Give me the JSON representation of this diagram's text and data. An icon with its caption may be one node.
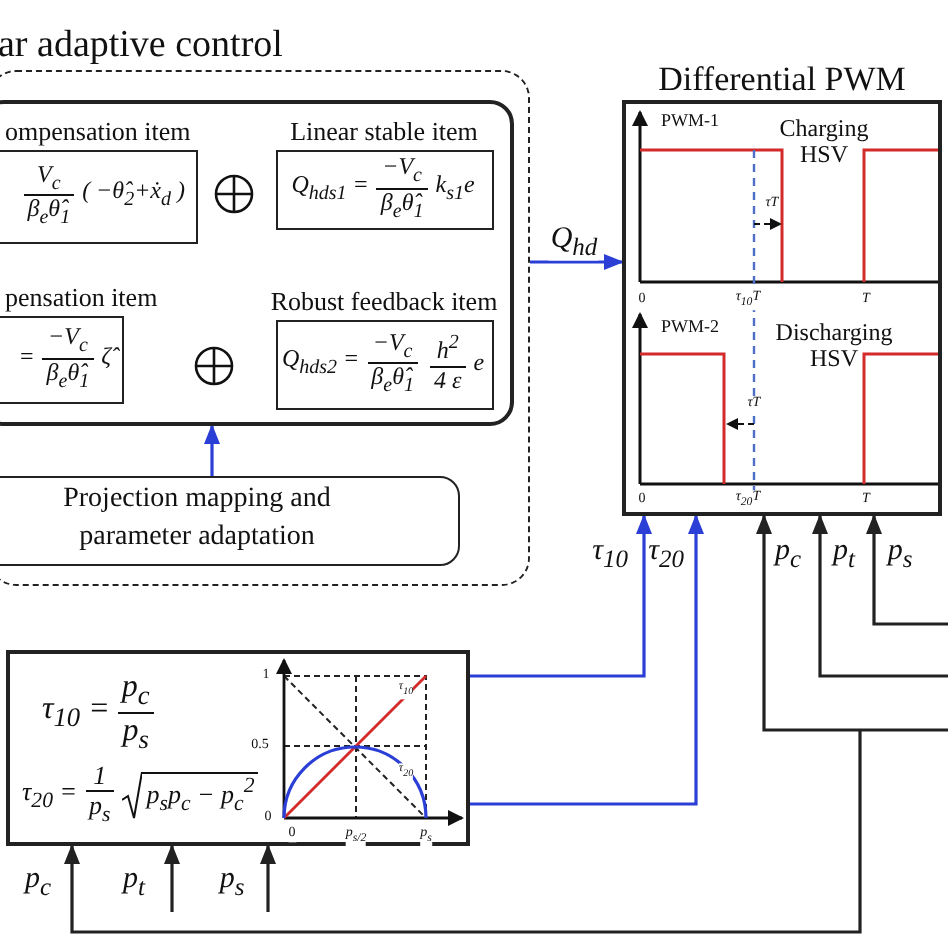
{
  "diagram": {
    "nodes": [
      {
        "text": [
          "ar adaptive control"
        ]
      },
      {
        "text": [],
        "shape": "box",
        "in": 0
      },
      {
        "text": [
          "ompensation item",
          "V$_{c}$",
          "β$_{e}$θ̂$_{1}$",
          "( −θ̂$_{2}$+ẋ$_{d}$ )"
        ],
        "in": 1
      },
      {
        "text": [
          "Linear stable item",
          "Q$_{hds1}$ =",
          "−V$_{c}$",
          "β$_{e}$θ̂$_{1}$",
          "k$_{s1}$e"
        ],
        "in": 1
      },
      {
        "text": [
          "pensation item",
          "=",
          "−V$_{c}$",
          "β$_{e}$θ̂$_{1}$",
          "ζ̂"
        ],
        "in": 1
      },
      {
        "text": [
          "Robust feedback item",
          "Q$_{hds2}$ =",
          "−V$_{c}$",
          "β$_{e}$θ̂$_{1}$",
          "h$^{2}$",
          "4 ε",
          "e"
        ],
        "in": 1
      },
      {
        "text": [
          "Projection mapping and parameter adaptation"
        ],
        "in": 0
      },
      {
        "text": [
          "Differential PWM"
        ]
      },
      {
        "text": [
          "τ$_{10}$ =",
          "p$_{c}$",
          "p$_{s}$",
          "τ$_{20}$ =",
          "1",
          "p$_{s}$",
          "p$_{s}$p$_{c}$ − p$_{c}$$^{2}$"
        ]
      }
    ],
    "edges": [
      {
        "from": 6,
        "to": 1,
        "arrow": "to",
        "color": "#2b3fd6"
      },
      {
        "from": 0,
        "to": 7,
        "arrow": "to",
        "label": "Q$_{hd}$",
        "color": "#2b3fd6"
      },
      {
        "from": 8,
        "to": 7,
        "arrow": "to",
        "label": "τ$_{10}$",
        "color": "#2b3fd6"
      },
      {
        "from": 8,
        "to": 7,
        "arrow": "to",
        "label": "τ$_{20}$",
        "color": "#2b3fd6"
      },
      {
        "from": null,
        "to": 7,
        "arrow": "to",
        "label": "p$_{c}$"
      },
      {
        "from": null,
        "to": 7,
        "arrow": "to",
        "label": "p$_{t}$"
      },
      {
        "from": null,
        "to": 7,
        "arrow": "to",
        "label": "p$_{s}$"
      },
      {
        "from": null,
        "to": 8,
        "arrow": "to",
        "label": "p$_{c}$"
      },
      {
        "from": null,
        "to": 8,
        "arrow": "to",
        "label": "p$_{t}$"
      },
      {
        "from": null,
        "to": 8,
        "arrow": "to",
        "label": "p$_{s}$"
      }
    ],
    "labels": [
      "PWM-1",
      "Charging HSV",
      "0",
      "τ$_{10}$T",
      "T",
      "τT",
      "PWM-2",
      "Discharging HSV",
      "0",
      "τ$_{20}$T",
      "T",
      "τT",
      "1",
      "0.5",
      "0",
      "τ$_{10}$",
      "τ$_{20}$",
      "0",
      "p$_{s/2}$",
      "p$_{s}$"
    ]
  }
}
